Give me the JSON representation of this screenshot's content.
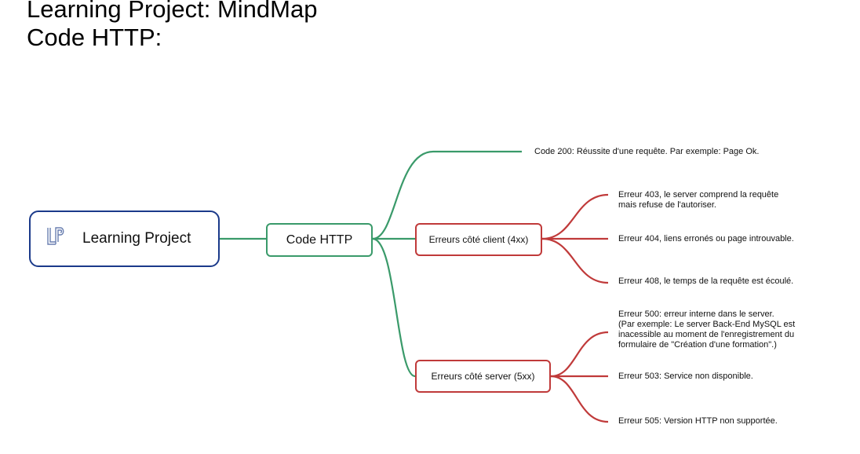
{
  "page": {
    "title_line1": "Learning Project: MindMap",
    "title_line2": "Code HTTP:"
  },
  "mindmap": {
    "root": {
      "logo": "LP",
      "label": "Learning Project"
    },
    "center": {
      "label": "Code HTTP"
    },
    "code200": "Code 200: Réussite d'une requête. Par exemple: Page Ok.",
    "client": {
      "label": "Erreurs côté client (4xx)",
      "items": [
        "Erreur 403, le server comprend la requête\nmais refuse de l'autoriser.",
        "Erreur 404, liens erronés ou page introuvable.",
        "Erreur 408, le temps de la requête est écoulé."
      ]
    },
    "server": {
      "label": "Erreurs côté server (5xx)",
      "items": [
        "Erreur 500: erreur interne dans le server.\n(Par exemple: Le server Back-End MySQL est\ninacessible au moment de l'enregistrement du\nformulaire de \"Création d'une formation\".)",
        "Erreur 503: Service non disponible.",
        "Erreur 505: Version HTTP non supportée."
      ]
    }
  },
  "colors": {
    "root_border": "#1b3a8a",
    "green": "#3a9a6a",
    "red": "#c03a3a"
  }
}
